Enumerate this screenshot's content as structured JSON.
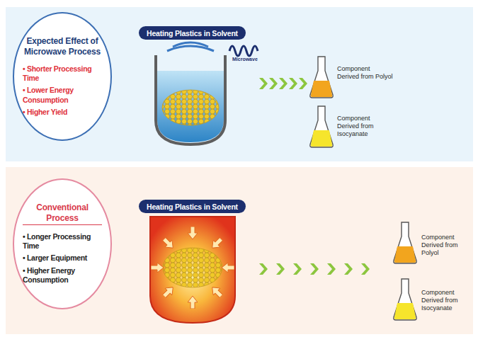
{
  "diagram": {
    "nodes": [
      {
        "text": [
          "Expected Effect of Microwave Process",
          "• Shorter Processing Time",
          "• Lower Energy Consumption",
          "• Higher Yield"
        ]
      },
      {
        "text": [
          "Heating Plastics in Solvent"
        ]
      },
      {
        "text": [
          "Conventional Process",
          "• Longer Processing Time",
          "• Larger Equipment",
          "• Higher Energy Consumption"
        ]
      },
      {
        "text": [
          "Heating Plastics in Solvent"
        ]
      }
    ],
    "labels": [
      "Microwave",
      "Component Derived from Polyol",
      "Component Derived from Isocyanate",
      "Component Derived from Polyol",
      "Component Derived from Isocyanate"
    ]
  }
}
